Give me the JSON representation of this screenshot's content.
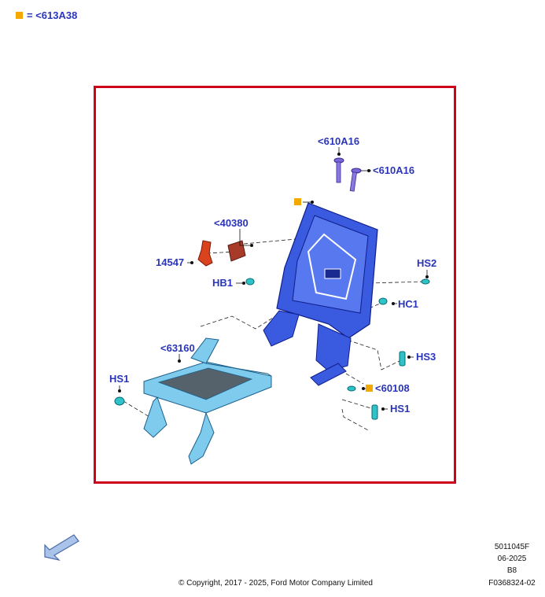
{
  "legend": {
    "symbol": "orange-square",
    "text": "= <613A38"
  },
  "labels": {
    "bolt_610A16_a": "<610A16",
    "bolt_610A16_b": "<610A16",
    "bracket_40380": "<40380",
    "bracket_14547": "14547",
    "hb1": "HB1",
    "hs2": "HS2",
    "hc1": "HC1",
    "hs3": "HS3",
    "part_63160": "<63160",
    "hs1_left": "HS1",
    "part_60108": "<60108",
    "hs1_right": "HS1"
  },
  "footer": {
    "copyright": "© Copyright, 2017 - 2025, Ford Motor Company Limited",
    "code1": "5011045F",
    "date": "06-2025",
    "rev": "B8",
    "figure": "F0368324-02"
  },
  "colors": {
    "frame_border": "#d0021b",
    "label_text": "#2a35b8",
    "marker": "#f3a900",
    "seatback": "#3a5ae0",
    "cushion_frame": "#6fc0e8",
    "fastener": "#2ec3c9",
    "bracket_red": "#d9431e",
    "bracket_brown": "#a83a2a",
    "bolt_purple": "#7a68d8"
  },
  "icons": {
    "nav_arrow": "arrow-down-left-icon"
  }
}
